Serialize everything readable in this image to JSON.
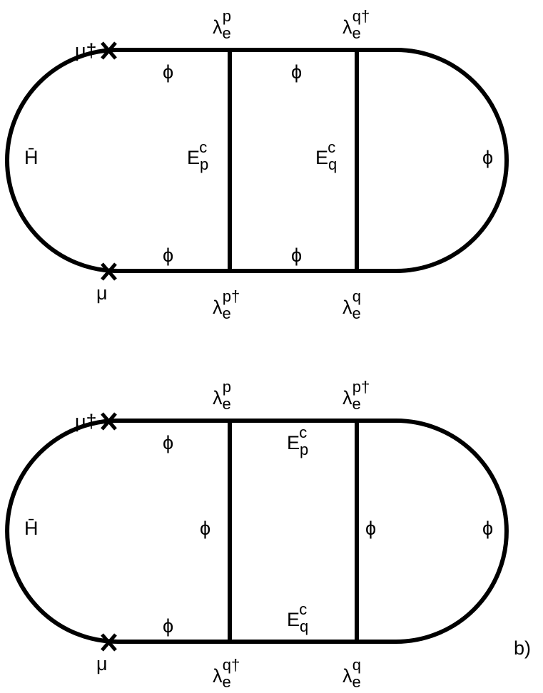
{
  "diagrams": [
    {
      "id": "a",
      "panel_label": "",
      "vertices": {
        "top_left_insertion": "μ†",
        "bottom_left_insertion": "μ",
        "top_mid": {
          "base": "λ",
          "sub": "e",
          "sup": "p"
        },
        "top_right": {
          "base": "λ",
          "sub": "e",
          "sup": "q†"
        },
        "bottom_mid": {
          "base": "λ",
          "sub": "e",
          "sup": "p†"
        },
        "bottom_right": {
          "base": "λ",
          "sub": "e",
          "sup": "q"
        }
      },
      "propagators": {
        "left_arc": "H̄",
        "right_arc": "ϕ",
        "top_left": "ϕ",
        "top_middle": "ϕ",
        "bottom_left": "ϕ",
        "bottom_middle": "ϕ",
        "rung1": {
          "base": "E",
          "sub": "p",
          "sup": "c"
        },
        "rung2": {
          "base": "E",
          "sub": "q",
          "sup": "c"
        }
      }
    },
    {
      "id": "b",
      "panel_label": "b)",
      "vertices": {
        "top_left_insertion": "μ†",
        "bottom_left_insertion": "μ",
        "top_mid": {
          "base": "λ",
          "sub": "e",
          "sup": "p"
        },
        "top_right": {
          "base": "λ",
          "sub": "e",
          "sup": "p†"
        },
        "bottom_mid": {
          "base": "λ",
          "sub": "e",
          "sup": "q†"
        },
        "bottom_right": {
          "base": "λ",
          "sub": "e",
          "sup": "q"
        }
      },
      "propagators": {
        "left_arc": "H̄",
        "right_arc": "ϕ",
        "top_left": "ϕ",
        "top_middle": {
          "base": "E",
          "sub": "p",
          "sup": "c"
        },
        "bottom_left": "ϕ",
        "bottom_middle": {
          "base": "E",
          "sub": "q",
          "sup": "c"
        },
        "rung1": "ϕ",
        "rung2": "ϕ"
      }
    }
  ]
}
